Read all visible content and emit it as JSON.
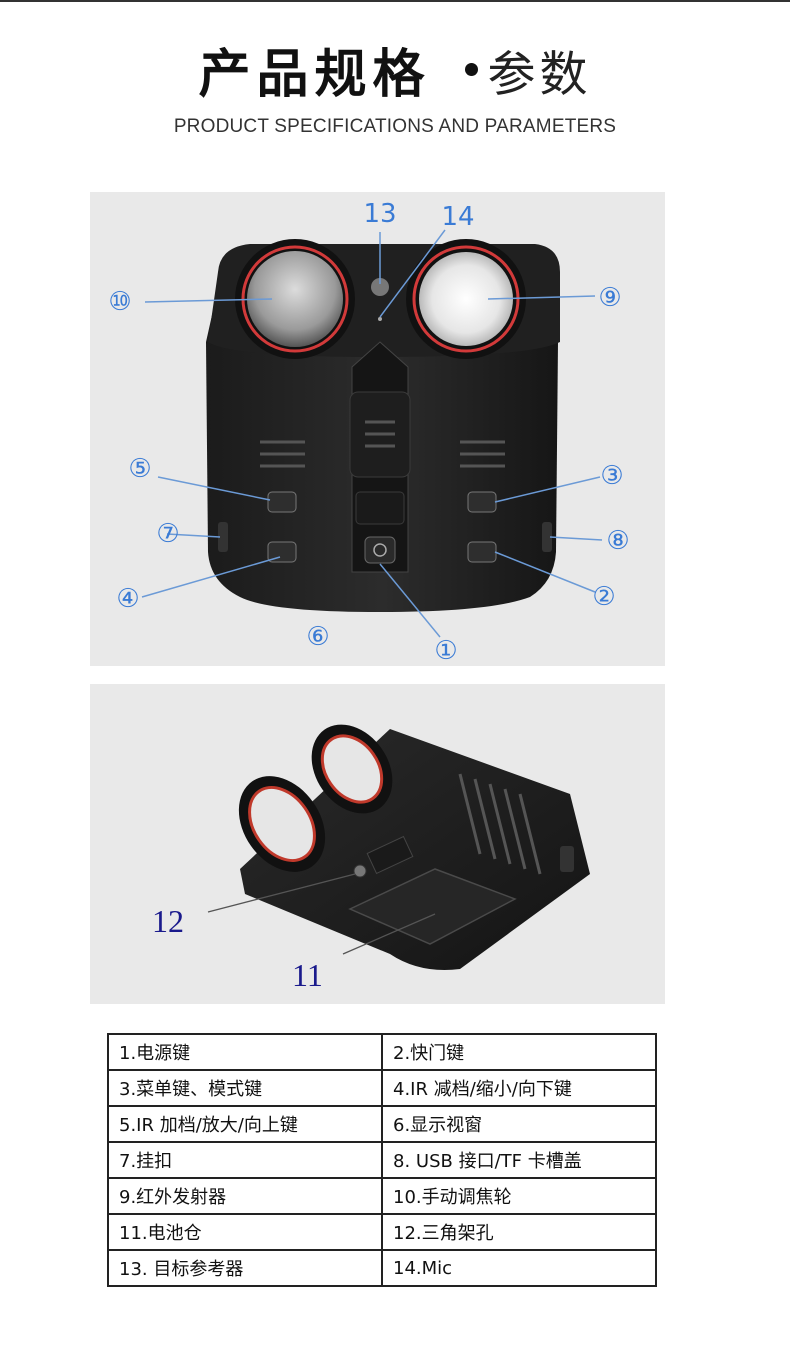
{
  "header": {
    "title_main": "产品规格",
    "title_sub": "参数",
    "subtitle": "PRODUCT SPECIFICATIONS AND PARAMETERS"
  },
  "diagram_front": {
    "callouts": [
      "⑩",
      "⑨",
      "13",
      "14",
      "⑤",
      "③",
      "⑦",
      "⑧",
      "④",
      "②",
      "⑥",
      "①"
    ]
  },
  "diagram_bottom": {
    "callouts": [
      "12",
      "11"
    ]
  },
  "colors": {
    "callout_blue": "#3a7bd5",
    "callout_navy": "#1a1a8c",
    "lens_red": "#d23a3a",
    "panel_bg": "#e9e9e9"
  },
  "specs": {
    "rows": [
      [
        "1.电源键",
        "2.快门键"
      ],
      [
        "3.菜单键、模式键",
        "4.IR 减档/缩小/向下键"
      ],
      [
        "5.IR 加档/放大/向上键",
        "6.显示视窗"
      ],
      [
        "7.挂扣",
        "8. USB 接口/TF 卡槽盖"
      ],
      [
        "9.红外发射器",
        "10.手动调焦轮"
      ],
      [
        "11.电池仓",
        "12.三角架孔"
      ],
      [
        "13. 目标参考器",
        "14.Mic"
      ]
    ]
  }
}
